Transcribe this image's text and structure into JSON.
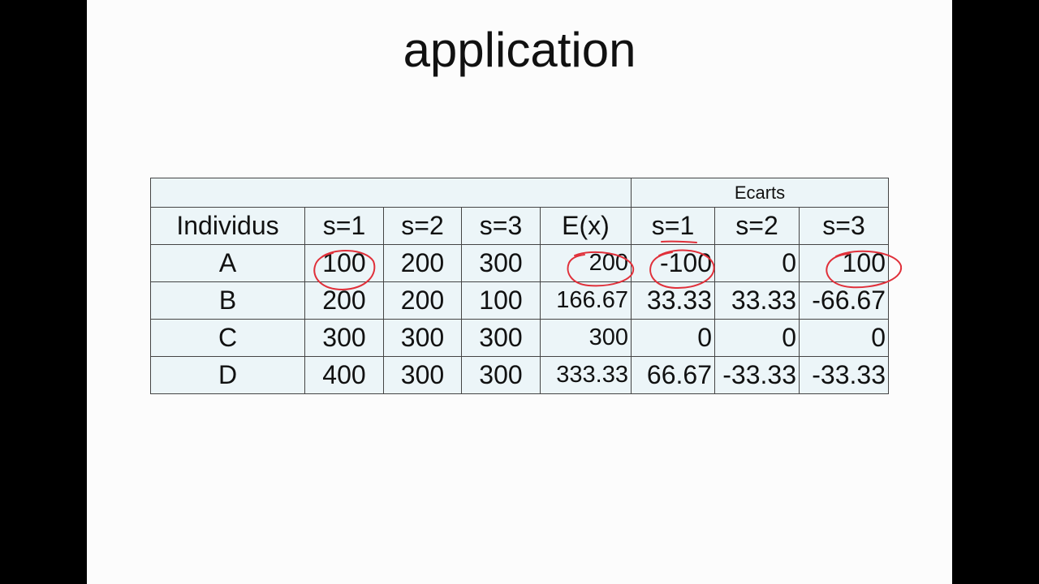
{
  "slide": {
    "title": "application",
    "table": {
      "group_header": "Ecarts",
      "columns": [
        "Individus",
        "s=1",
        "s=2",
        "s=3",
        "E(x)",
        "s=1",
        "s=2",
        "s=3"
      ],
      "rows": [
        [
          "A",
          "100",
          "200",
          "300",
          "200",
          "-100",
          "0",
          "100"
        ],
        [
          "B",
          "200",
          "200",
          "100",
          "166.67",
          "33.33",
          "33.33",
          "-66.67"
        ],
        [
          "C",
          "300",
          "300",
          "300",
          "300",
          "0",
          "0",
          "0"
        ],
        [
          "D",
          "400",
          "300",
          "300",
          "333.33",
          "66.67",
          "-33.33",
          "-33.33"
        ]
      ]
    },
    "annotation_color": "#e0303a"
  }
}
